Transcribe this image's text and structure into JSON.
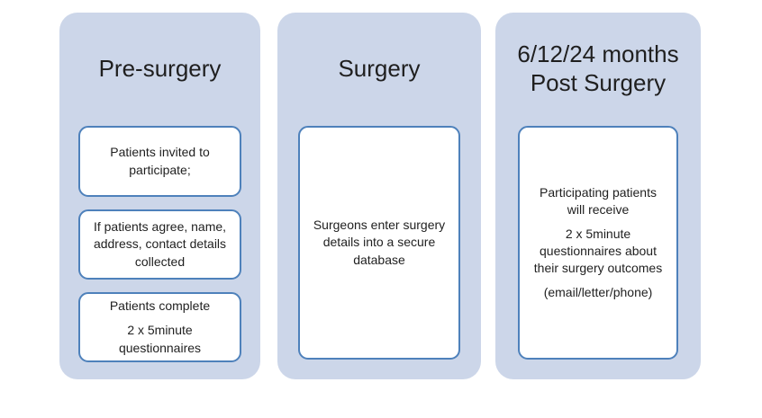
{
  "diagram": {
    "colors": {
      "panel_fill": "#ccd6e9",
      "card_border": "#4e81bb",
      "card_fill": "#ffffff",
      "text": "#1f1f1f",
      "page_background": "#ffffff"
    },
    "panels": [
      {
        "title": "Pre-surgery",
        "cards": [
          {
            "paragraphs": [
              "Patients invited to participate;"
            ]
          },
          {
            "paragraphs": [
              "If patients agree, name, address, contact details collected"
            ]
          },
          {
            "paragraphs": [
              "Patients complete",
              "2 x 5minute questionnaires"
            ]
          }
        ]
      },
      {
        "title": "Surgery",
        "cards": [
          {
            "paragraphs": [
              "Surgeons enter surgery details into a secure database"
            ]
          }
        ]
      },
      {
        "title": "6/12/24 months Post Surgery",
        "cards": [
          {
            "paragraphs": [
              "Participating patients will receive",
              "2 x 5minute questionnaires about their surgery outcomes",
              "(email/letter/phone)"
            ]
          }
        ]
      }
    ]
  }
}
